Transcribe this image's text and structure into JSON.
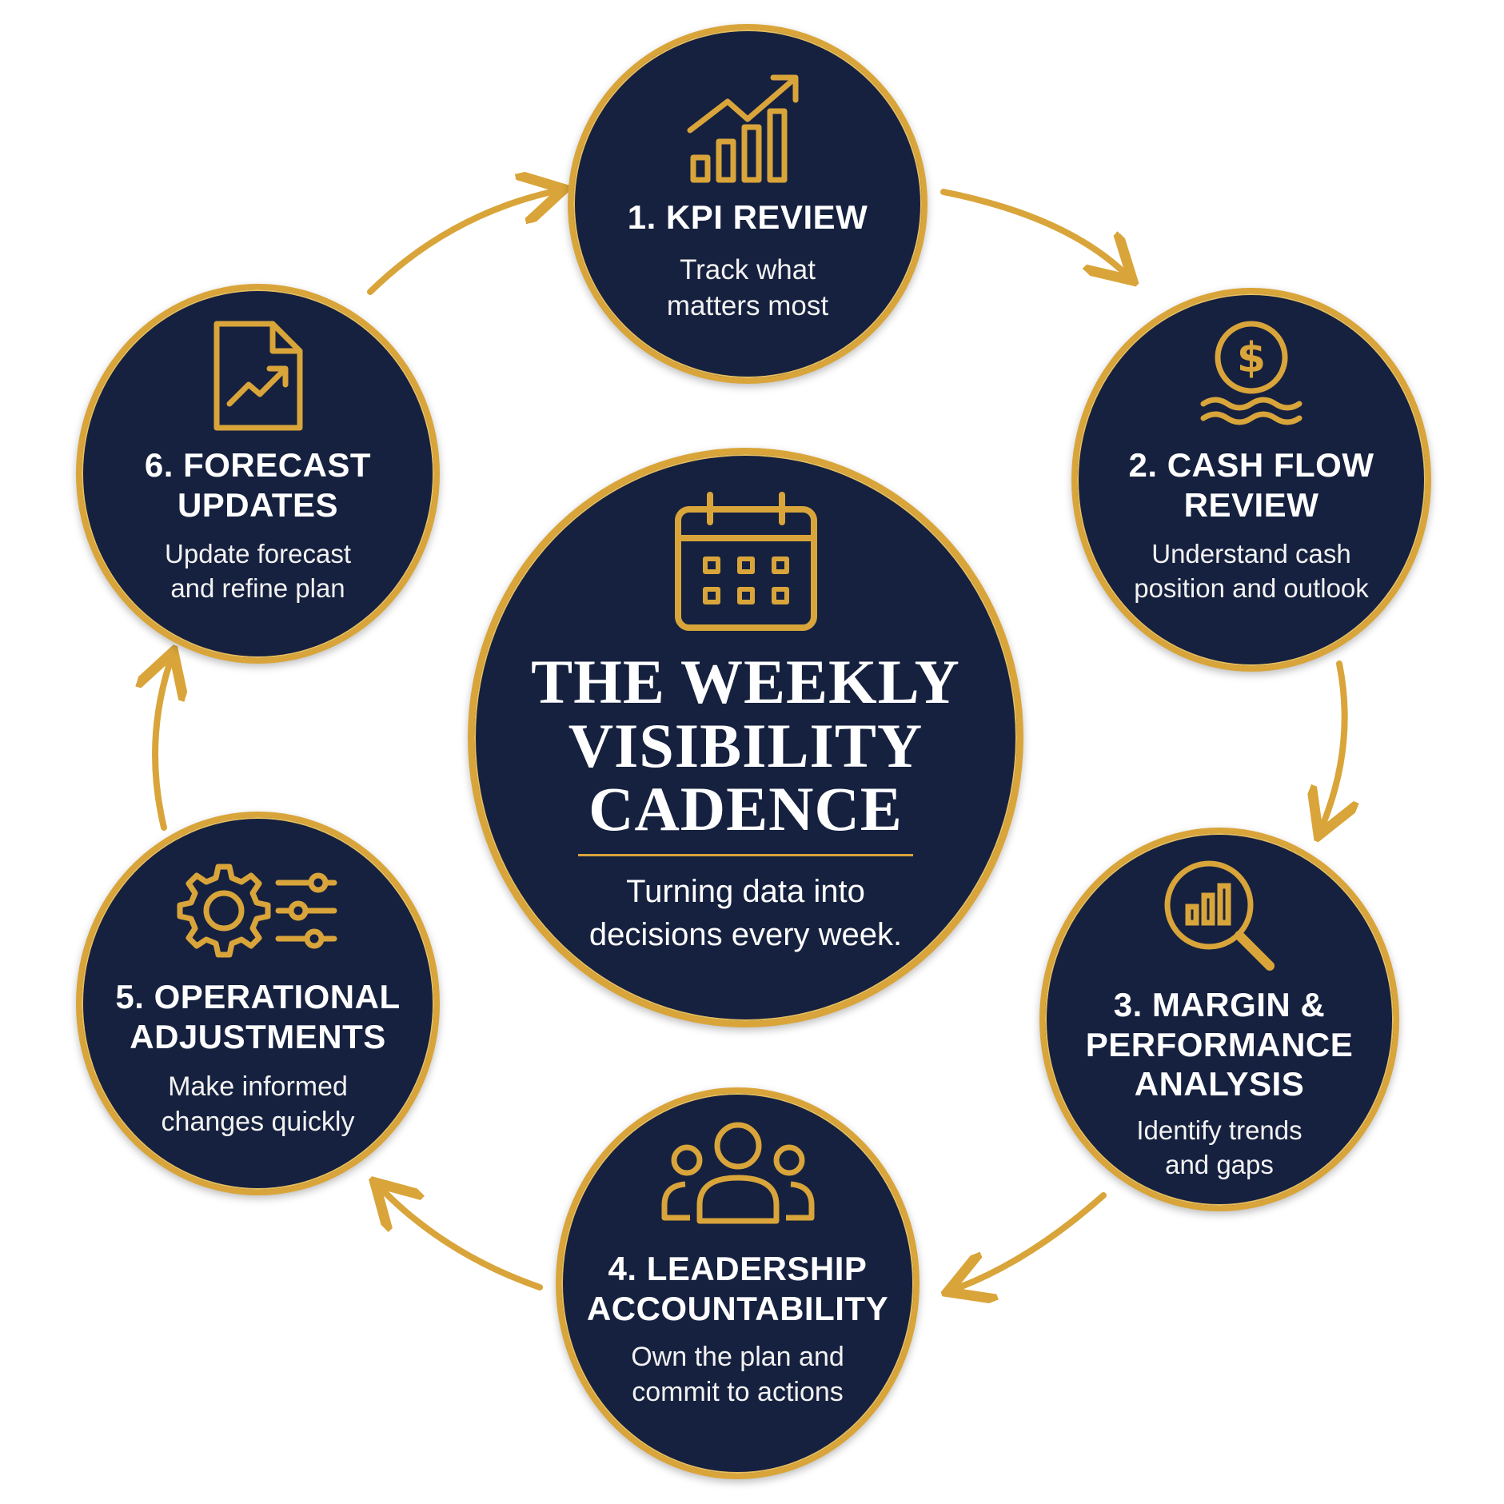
{
  "center": {
    "title_lines": [
      "THE WEEKLY",
      "VISIBILITY",
      "CADENCE"
    ],
    "subtitle_lines": [
      "Turning data into",
      "decisions every week."
    ]
  },
  "steps": [
    {
      "title_lines": [
        "1. KPI REVIEW"
      ],
      "desc_lines": [
        "Track what",
        "matters most"
      ],
      "icon": "bar-chart-growth-icon"
    },
    {
      "title_lines": [
        "2. CASH FLOW",
        "REVIEW"
      ],
      "desc_lines": [
        "Understand cash",
        "position and outlook"
      ],
      "icon": "dollar-coin-flow-icon"
    },
    {
      "title_lines": [
        "3. MARGIN &",
        "PERFORMANCE",
        "ANALYSIS"
      ],
      "desc_lines": [
        "Identify trends",
        "and gaps"
      ],
      "icon": "magnifier-chart-icon"
    },
    {
      "title_lines": [
        "4. LEADERSHIP",
        "ACCOUNTABILITY"
      ],
      "desc_lines": [
        "Own the plan and",
        "commit to actions"
      ],
      "icon": "team-people-icon"
    },
    {
      "title_lines": [
        "5. OPERATIONAL",
        "ADJUSTMENTS"
      ],
      "desc_lines": [
        "Make informed",
        "changes quickly"
      ],
      "icon": "gear-sliders-icon"
    },
    {
      "title_lines": [
        "6. FORECAST",
        "UPDATES"
      ],
      "desc_lines": [
        "Update forecast",
        "and refine plan"
      ],
      "icon": "document-trend-icon"
    }
  ],
  "colors": {
    "navy": "#16213f",
    "gold": "#d9a53a",
    "text": "#ffffff"
  },
  "center_icon": "calendar-icon"
}
